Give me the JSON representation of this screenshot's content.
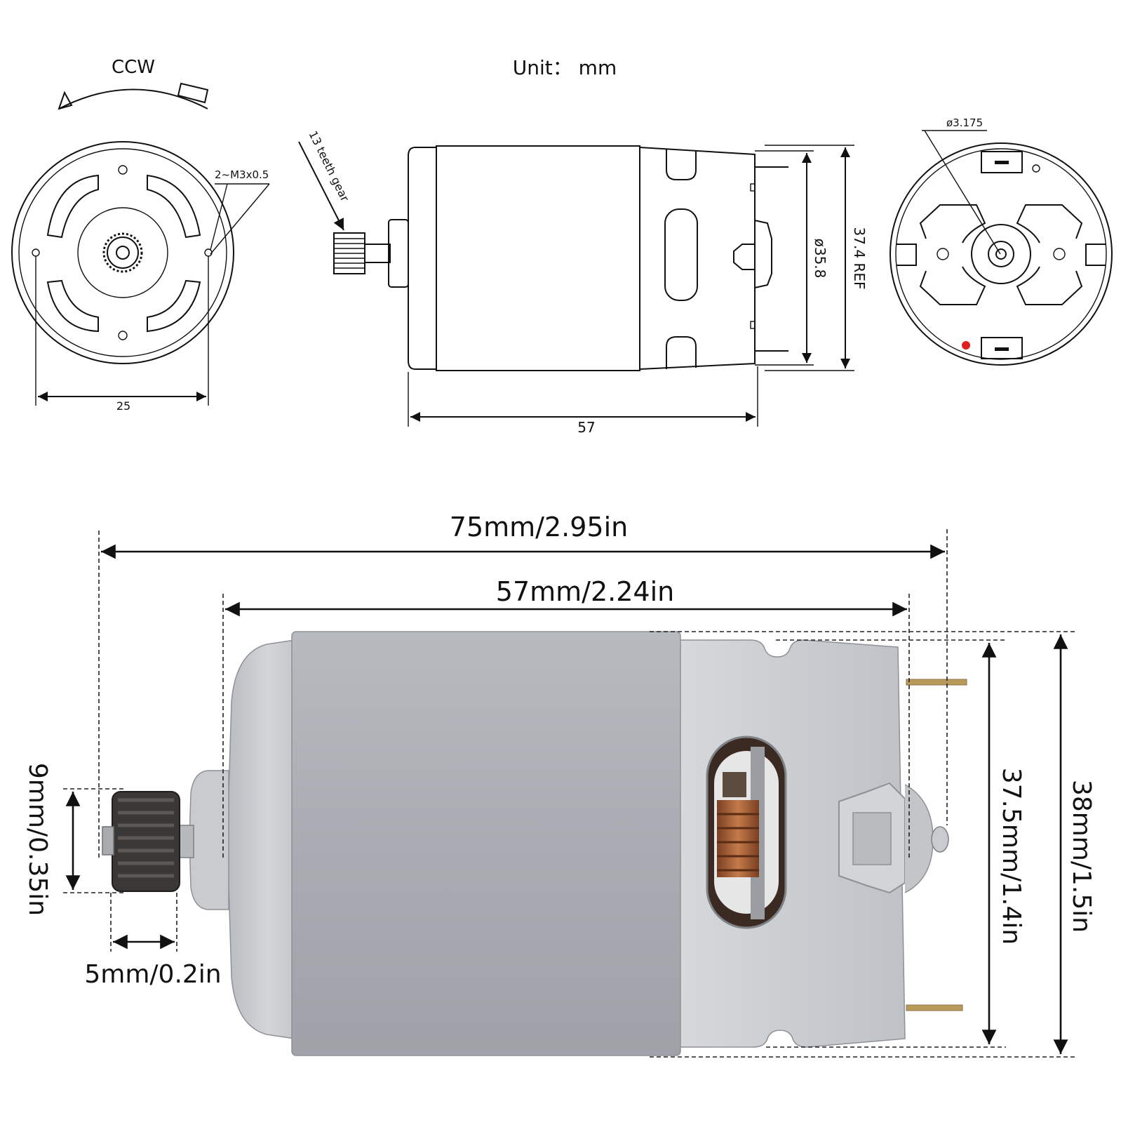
{
  "unit_label": "Unit： mm",
  "rotation_label": "CCW",
  "front_view": {
    "screw_label": "2~M3x0.5",
    "width_dim": "25"
  },
  "side_view": {
    "gear_label": "13 teeth gear",
    "length_dim": "57",
    "diameter_dim": "ø35.8",
    "ref_dim": "37.4 REF"
  },
  "rear_view": {
    "shaft_dim": "ø3.175"
  },
  "photo_dims": {
    "total_length": "75mm/2.95in",
    "body_length": "57mm/2.24in",
    "gear_height": "9mm/0.35in",
    "gear_width": "5mm/0.2in",
    "body_diameter_a": "37.5mm/1.4in",
    "body_diameter_b": "38mm/1.5in"
  },
  "colors": {
    "can_gray": "#a9acb2",
    "endcap_silver": "#cfd1d4",
    "gear_dark": "#3a3836",
    "copper": "#b0683f",
    "terminal_gold": "#b89a5a",
    "polarity_dot": "#e02020"
  }
}
